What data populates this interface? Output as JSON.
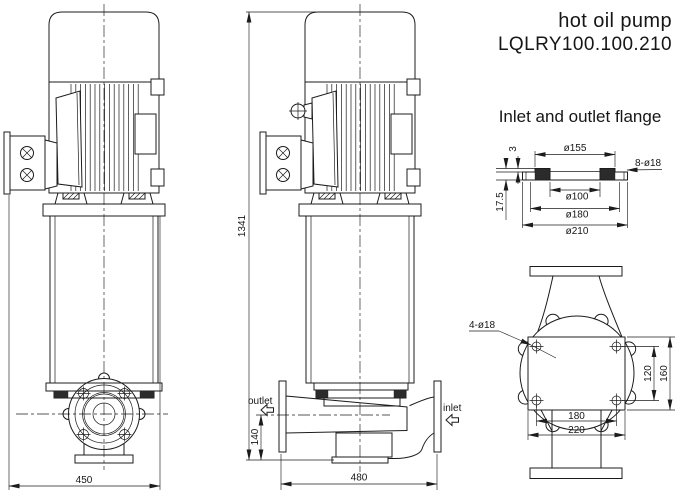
{
  "title": {
    "product": "hot oil pump",
    "model": "LQLRY100.100.210"
  },
  "flange_detail": {
    "heading": "Inlet and outlet flange",
    "dim_raised_face": "ø155",
    "dim_bolt_holes": "8-ø18",
    "dim_bore": "ø100",
    "dim_bolt_circle": "ø180",
    "dim_outer": "ø210",
    "dim_face_height": "3",
    "dim_thickness": "17.5"
  },
  "front_view": {
    "dim_depth": "450"
  },
  "side_view": {
    "dim_height": "1341",
    "dim_outlet_height": "140",
    "dim_length": "480",
    "label_outlet": "outlet",
    "label_inlet": "inlet"
  },
  "casing_view": {
    "dim_bolt_callout": "4-ø18",
    "dim_bolt_v": "120",
    "dim_plate_h": "160",
    "dim_bolt_h": "180",
    "dim_plate_w": "220"
  }
}
